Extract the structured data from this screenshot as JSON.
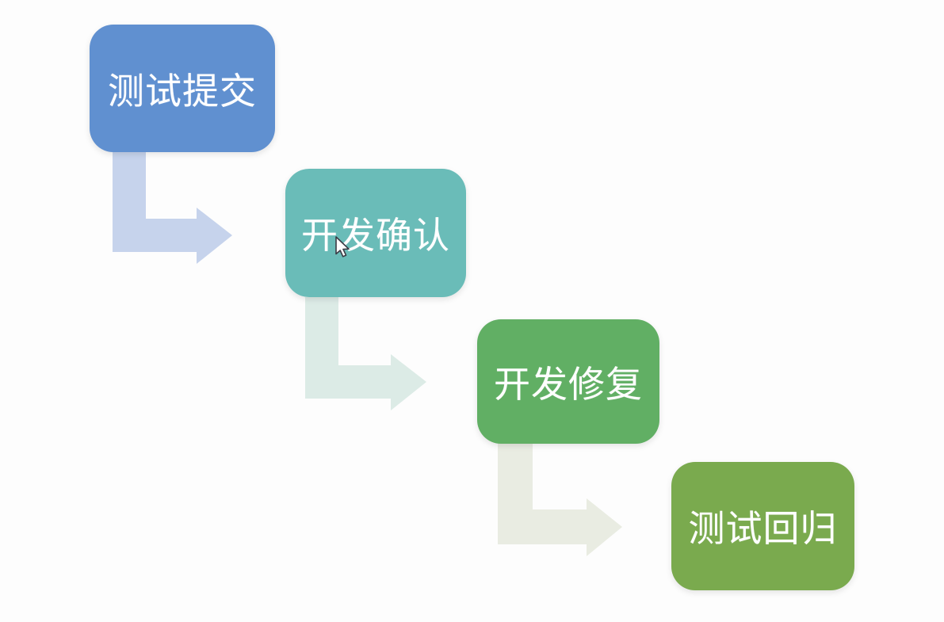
{
  "diagram": {
    "background": "#fdfdfd",
    "text_color": "#ffffff",
    "steps": [
      {
        "label": "测试提交",
        "color": "#6090d0"
      },
      {
        "label": "开发确认",
        "color": "#6abcb8"
      },
      {
        "label": "开发修复",
        "color": "#61af64"
      },
      {
        "label": "测试回归",
        "color": "#7aaa4e"
      }
    ],
    "arrows": [
      {
        "from": "测试提交",
        "to": "开发确认",
        "color": "#c6d3ec"
      },
      {
        "from": "开发确认",
        "to": "开发修复",
        "color": "#dcebe6"
      },
      {
        "from": "开发修复",
        "to": "测试回归",
        "color": "#e9ece2"
      }
    ]
  }
}
